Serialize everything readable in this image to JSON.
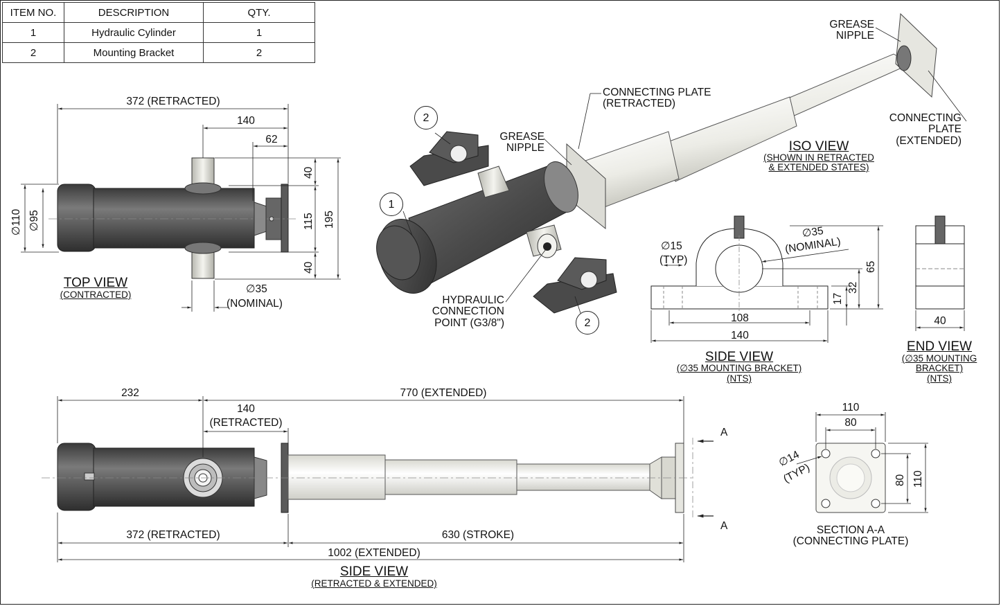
{
  "bom": {
    "headers": [
      "ITEM NO.",
      "DESCRIPTION",
      "QTY."
    ],
    "rows": [
      {
        "item": "1",
        "description": "Hydraulic Cylinder",
        "qty": "1"
      },
      {
        "item": "2",
        "description": "Mounting Bracket",
        "qty": "2"
      }
    ]
  },
  "top_view": {
    "title": "TOP VIEW",
    "subtitle": "(CONTRACTED)",
    "dims": {
      "overall": "372 (RETRACTED)",
      "pin_to_end": "140",
      "neck": "62",
      "top": "40",
      "middle": "115",
      "bottom": "40",
      "total": "195",
      "dia_outer": "∅110",
      "dia_inner": "∅95",
      "pin_dia": "∅35",
      "pin_note": "(NOMINAL)"
    }
  },
  "iso_view": {
    "title": "ISO VIEW",
    "subtitle_1": "(SHOWN IN RETRACTED",
    "subtitle_2": "& EXTENDED STATES)",
    "callouts": {
      "grease_top_1": "GREASE",
      "grease_top_2": "NIPPLE",
      "grease_mid_1": "GREASE",
      "grease_mid_2": "NIPPLE",
      "plate_ret_1": "CONNECTING PLATE",
      "plate_ret_2": "(RETRACTED)",
      "plate_ext_1": "CONNECTING",
      "plate_ext_2": "PLATE",
      "plate_ext_3": "(EXTENDED)",
      "hyd_1": "HYDRAULIC",
      "hyd_2": "CONNECTION",
      "hyd_3": "POINT (G3/8\")"
    },
    "balloons": [
      "2",
      "1",
      "2"
    ]
  },
  "bracket_side": {
    "title": "SIDE VIEW",
    "subtitle_1": "(∅35 MOUNTING BRACKET)",
    "subtitle_2": "(NTS)",
    "dims": {
      "hole_dia": "∅15",
      "hole_typ": "(TYP)",
      "bore_dia": "∅35",
      "bore_note": "(NOMINAL)",
      "inner": "108",
      "outer": "140",
      "h_base": "17",
      "h_center": "32",
      "h_total": "65"
    }
  },
  "bracket_end": {
    "title": "END VIEW",
    "subtitle_1": "(∅35 MOUNTING",
    "subtitle_2": "BRACKET)",
    "subtitle_3": "(NTS)",
    "dims": {
      "width": "40"
    }
  },
  "side_view": {
    "title": "SIDE VIEW",
    "subtitle": "(RETRACTED & EXTENDED)",
    "dims": {
      "to_pin": "232",
      "extended_770": "770 (EXTENDED)",
      "pin_to_plate": "140",
      "pin_to_plate_note": "(RETRACTED)",
      "retracted": "372 (RETRACTED)",
      "stroke": "630 (STROKE)",
      "extended_total": "1002 (EXTENDED)"
    },
    "section_marks": [
      "A",
      "A"
    ]
  },
  "section_aa": {
    "title_1": "SECTION A-A",
    "title_2": "(CONNECTING PLATE)",
    "dims": {
      "width_outer": "110",
      "width_inner": "80",
      "height_inner": "80",
      "height_outer": "110",
      "hole_dia": "∅14",
      "hole_typ": "(TYP)"
    }
  }
}
